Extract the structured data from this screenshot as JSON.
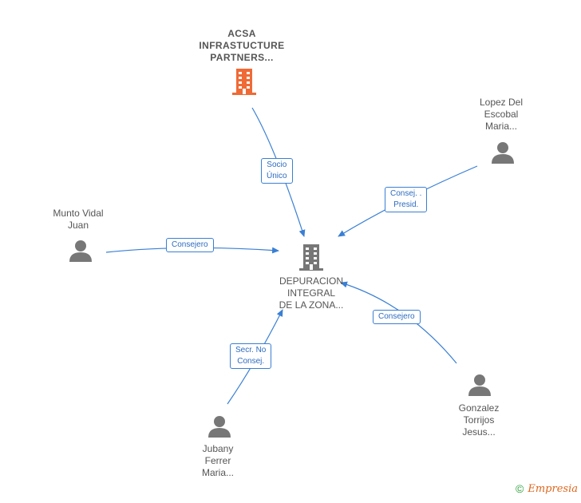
{
  "nodes": {
    "parent": {
      "lines": [
        "ACSA",
        "INFRASTUCTURE",
        "PARTNERS..."
      ],
      "icon": "building-icon",
      "color": "#f06a36"
    },
    "center": {
      "lines": [
        "DEPURACION",
        "INTEGRAL",
        "DE LA ZONA..."
      ],
      "icon": "building-icon",
      "color": "#777777"
    },
    "lopez": {
      "lines": [
        "Lopez Del",
        "Escobal",
        "Maria..."
      ],
      "icon": "person-icon"
    },
    "munto": {
      "lines": [
        "Munto Vidal",
        "Juan"
      ],
      "icon": "person-icon"
    },
    "gonzalez": {
      "lines": [
        "Gonzalez",
        "Torrijos",
        "Jesus..."
      ],
      "icon": "person-icon"
    },
    "jubany": {
      "lines": [
        "Jubany",
        "Ferrer",
        "Maria..."
      ],
      "icon": "person-icon"
    }
  },
  "edges": {
    "parent": [
      "Socio",
      "Único"
    ],
    "lopez": [
      "Consej. .",
      "Presid."
    ],
    "munto": [
      "Consejero"
    ],
    "gonzalez": [
      "Consejero"
    ],
    "jubany": [
      "Secr.  No",
      "Consej."
    ]
  },
  "colors": {
    "edge": "#3a7fd4",
    "person": "#777777"
  },
  "footer": {
    "copyright": "©",
    "brand": "Empresia"
  }
}
